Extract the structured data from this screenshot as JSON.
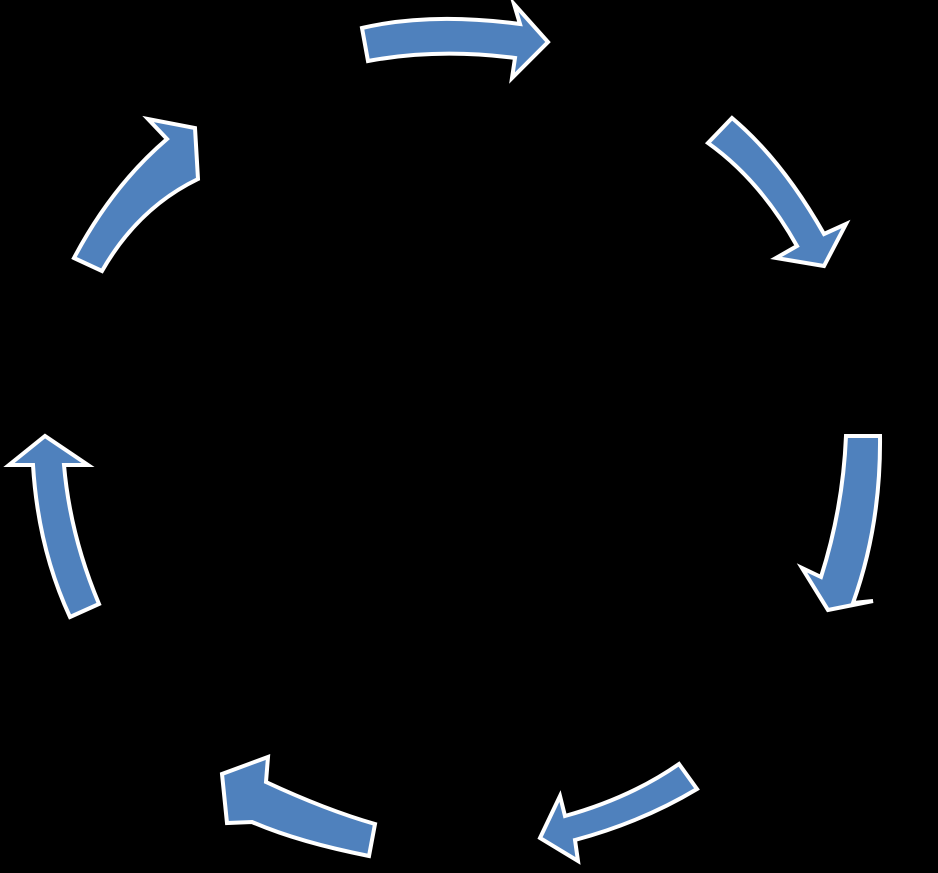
{
  "diagram": {
    "type": "cycle",
    "direction": "clockwise",
    "arrow_count": 7,
    "labels": []
  },
  "colors": {
    "background": "#000000",
    "arrow_fill": "#4F81BD",
    "arrow_outline": "#FFFFFF"
  },
  "arrows": [
    {
      "id": "arrow-1",
      "position": "top",
      "points_toward": "top-right"
    },
    {
      "id": "arrow-2",
      "position": "top-right",
      "points_toward": "right"
    },
    {
      "id": "arrow-3",
      "position": "right",
      "points_toward": "bottom-right"
    },
    {
      "id": "arrow-4",
      "position": "bottom-right",
      "points_toward": "bottom"
    },
    {
      "id": "arrow-5",
      "position": "bottom-left",
      "points_toward": "left"
    },
    {
      "id": "arrow-6",
      "position": "left",
      "points_toward": "top-left"
    },
    {
      "id": "arrow-7",
      "position": "top-left",
      "points_toward": "top"
    }
  ]
}
